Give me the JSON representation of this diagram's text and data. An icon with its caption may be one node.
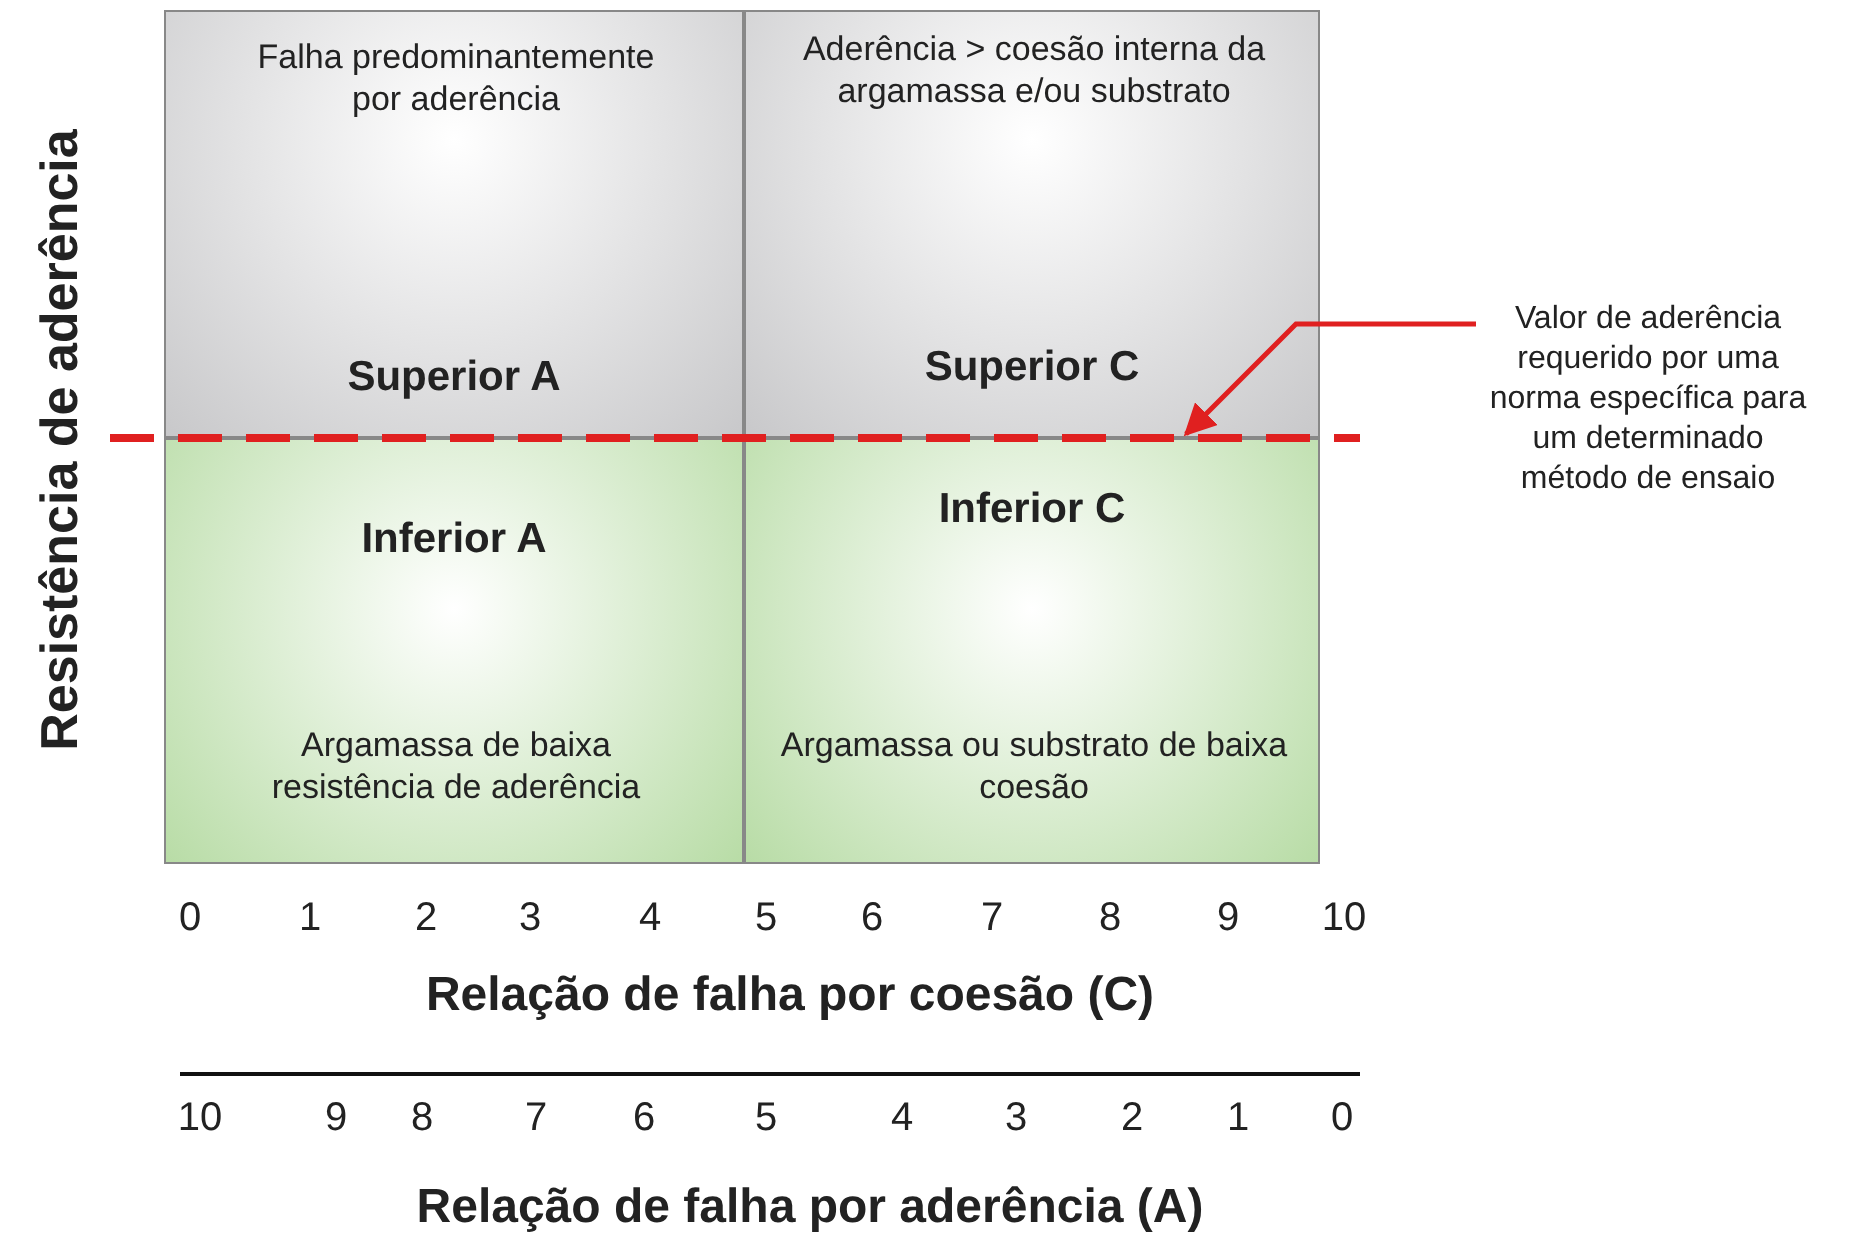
{
  "diagram": {
    "nodes": [
      {
        "text": [
          "Falha predominantemente por aderência",
          "Superior A"
        ]
      },
      {
        "text": [
          "Aderência > coesão interna da argamassa e/ou substrato",
          "Superior C"
        ]
      },
      {
        "text": [
          "Inferior A",
          "Argamassa de baixa resistência de aderência"
        ]
      },
      {
        "text": [
          "Inferior C",
          "Argamassa ou substrato de baixa coesão"
        ]
      },
      {
        "text": [],
        "shape": "line"
      },
      {
        "text": [
          "Valor de aderência requerido por uma norma específica para um determinado método de ensaio"
        ]
      }
    ],
    "edges": [
      {
        "from": 5,
        "to": 4,
        "arrow": "to"
      }
    ],
    "labels": [
      "Resistência de aderência",
      "0",
      "1",
      "2",
      "3",
      "4",
      "5",
      "6",
      "7",
      "8",
      "9",
      "10",
      "Relação de falha por coesão (C)",
      "10",
      "9",
      "8",
      "7",
      "6",
      "5",
      "4",
      "3",
      "2",
      "1",
      "0",
      "Relação de falha por aderência (A)"
    ]
  }
}
